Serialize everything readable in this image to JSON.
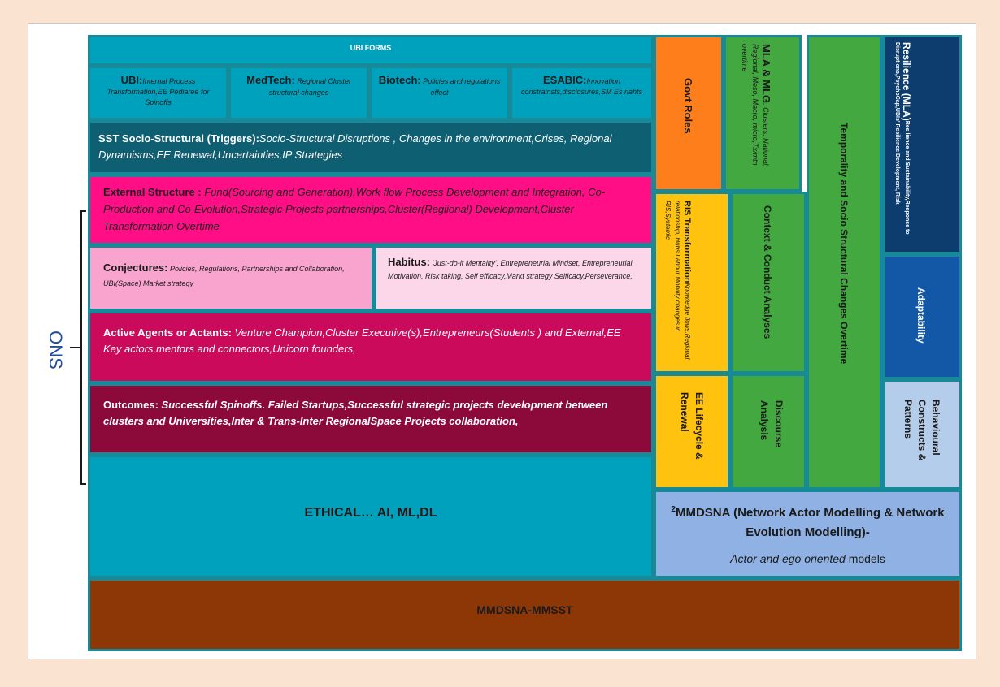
{
  "colors": {
    "background": "#fbe3d2",
    "teal": "#00a1bd",
    "dark_teal": "#0f5f73",
    "magenta": "#ff0e86",
    "light_pink": "#f9a4cf",
    "pale_pink": "#fcd7ea",
    "crimson": "#cc0a5c",
    "maroon": "#8c0a3a",
    "orange": "#fd7e1b",
    "green": "#43a83f",
    "gold": "#ffc20e",
    "navy": "#0c3d6e",
    "blue": "#1258a6",
    "light_blue": "#b4cdea",
    "periwinkle": "#8fb1e3",
    "brown": "#8e3706"
  },
  "side_label": "ONS",
  "ubi_forms": "UBI FORMS",
  "ubi": {
    "title": "UBI:",
    "text": "Internal Process Transformation,EE Pediaree for Spinoffs"
  },
  "medtech": {
    "title": "MedTech:",
    "text": " Regional Cluster structural changes"
  },
  "biotech": {
    "title": "Biotech:",
    "text": " Policies and regulations effect"
  },
  "esabic": {
    "title": "ESABIC:",
    "text": "Innovation constrainsts,disclosures,SM Es riahts"
  },
  "sst": {
    "title": "SST Socio-Structural (Triggers):",
    "text": "Socio-Structural  Disruptions , Changes in the environment,Crises, Regional Dynamisms,EE Renewal,Uncertainties,IP Strategies"
  },
  "external": {
    "title": "External  Structure : ",
    "text": "Fund(Sourcing and Generation),Work flow Process Development and Integration, Co-Production and Co-Evolution,Strategic Projects partnerships,Cluster(Regiional) Development,Cluster Transformation Overtime"
  },
  "conjectures": {
    "title": "Conjectures:",
    "text": " Policies, Regulations, Partnerships and Collaboration, UBI(Space) Market strategy"
  },
  "habitus": {
    "title": "Habitus:",
    "text": " 'Just-do-it Mentality', Entrepreneurial Mindset, Entrepreneurial Motivation, Risk taking, Self efficacy,Markt strategy Selficacy,Perseverance,"
  },
  "agents": {
    "title": "Active Agents or Actants:",
    "text": " Venture Champion,Cluster Executive(s),Entrepreneurs(Students ) and External,EE Key actors,mentors and connectors,Unicorn founders,"
  },
  "outcomes": {
    "title": "Outcomes:",
    "text": " Successful Spinoffs. Failed Startups,Successful strategic projects development between clusters and Universities,Inter & Trans-Inter RegionalSpace Projects collaboration,"
  },
  "ethical": "ETHICAL… AI, ML,DL",
  "govt_roles": "Govt Roles",
  "mla": {
    "title": "MLA & MLG",
    "text": ": Clusters, National, Regional, Meso, Macro, micro,Tx/mtn overtime"
  },
  "temporality": "Temporality and Socio Structural Changes Overtime",
  "resilience": {
    "title": "Resilience (MLA)",
    "text": "Resilience and Sustainability,Response to Disruptions,PsychoCap,UBIs' Resilience Development, Risk"
  },
  "ris": {
    "title": "RIS Transformation",
    "text": "Knowledge flows,Regional relationship, Hubs Labour Mobility changes in RIS,Systemic"
  },
  "context": "Context & Conduct Analyses",
  "adaptability": "Adaptability",
  "ee_lifecycle": "EE Lifecycle & Renewal",
  "discourse": "Discourse Analysis",
  "behavioural": "Behavioural Constructs & Patterns",
  "mmdsna": {
    "superscript": "2",
    "title": "MMDSNA (Network Actor Modelling & Network Evolution Modelling)-",
    "italic": "Actor and ego oriented",
    "rest": " models"
  },
  "mmdsna_mmsst": "MMDSNA-MMSST"
}
